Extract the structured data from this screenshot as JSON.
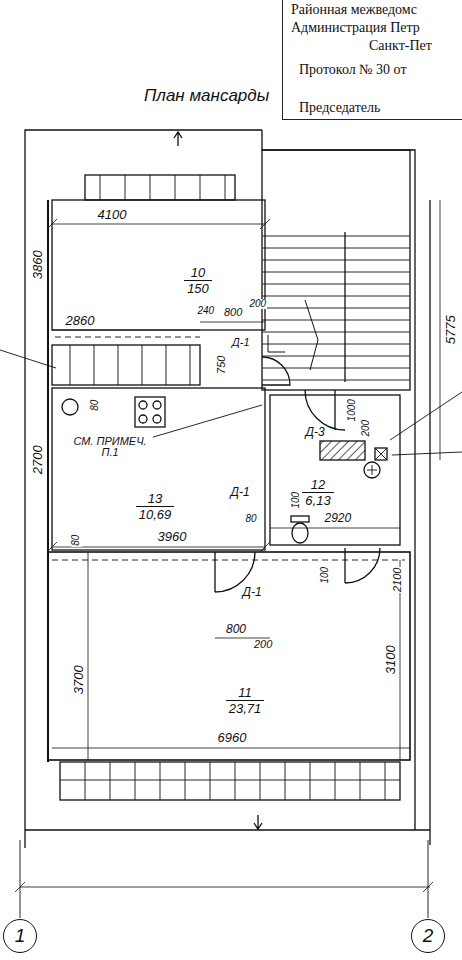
{
  "diagram": {
    "title": "План мансарды",
    "nodes": [
      {
        "text": [
          "Районная межведомс",
          "Администрация Петр",
          "Санкт-Пет",
          "Протокол № 30 от",
          "Председатель"
        ]
      },
      {
        "text": [
          "10",
          "150"
        ]
      },
      {
        "text": [
          "13",
          "10,69"
        ]
      },
      {
        "text": [
          "12",
          "6,13"
        ]
      },
      {
        "text": [
          "11",
          "23,71"
        ]
      },
      {
        "text": [
          "1"
        ]
      },
      {
        "text": [
          "2"
        ]
      }
    ],
    "labels": [
      "4100",
      "3860",
      "2860",
      "240",
      "800",
      "200",
      "Д-1",
      "750",
      "Д-3",
      "1000",
      "200",
      "80",
      "2700",
      "СМ. ПРИМЕЧ. П.1",
      "3960",
      "Д-1",
      "80",
      "100",
      "2920",
      "80",
      "Д-1",
      "100",
      "2100",
      "800",
      "200",
      "3700",
      "3100",
      "6960",
      "5775"
    ]
  }
}
